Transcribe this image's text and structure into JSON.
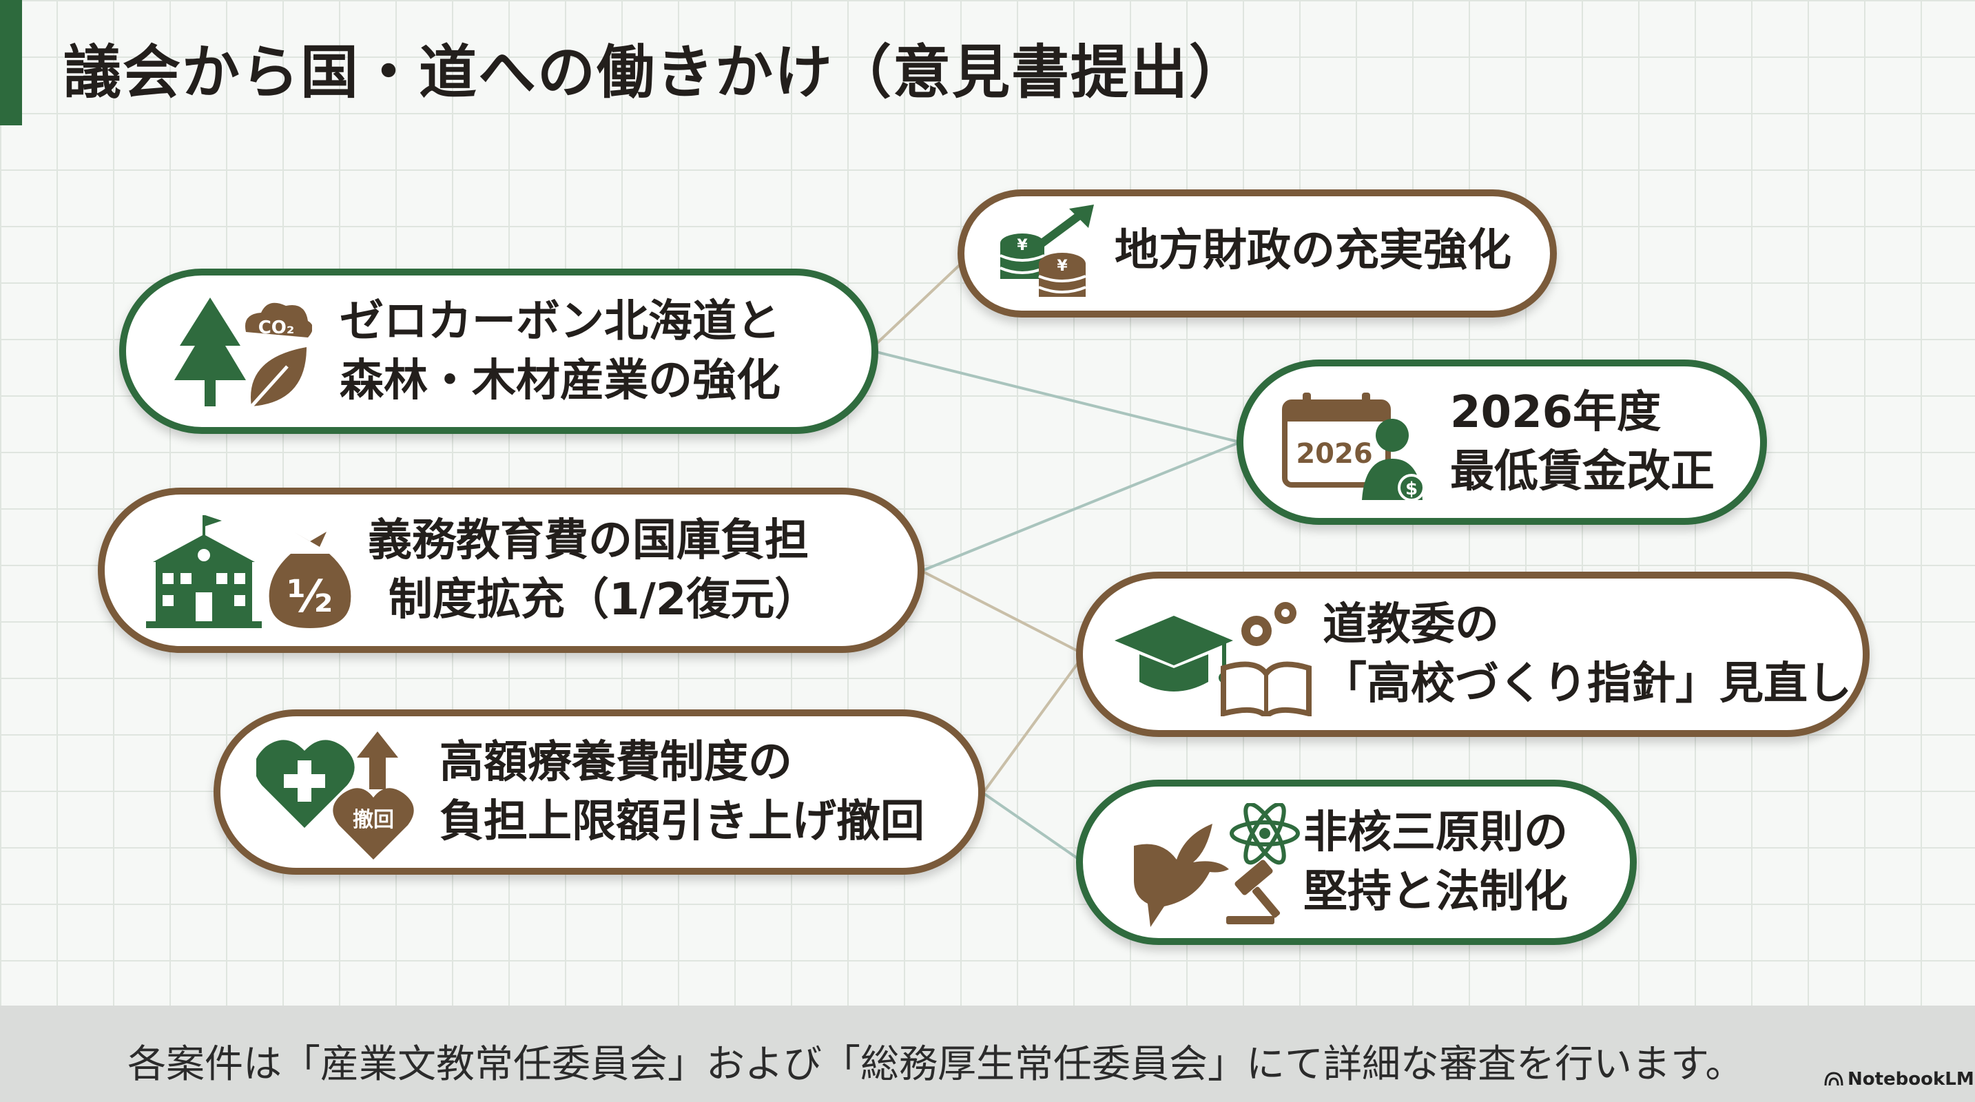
{
  "title": "議会から国・道への働きかけ（意見書提出）",
  "colors": {
    "green": "#2f6b3e",
    "brown": "#7a5a3a",
    "footer_bg": "#dadcda"
  },
  "left_items": [
    {
      "lines": [
        "ゼロカーボン北海道と",
        "森林・木材産業の強化"
      ],
      "icons": [
        "tree-icon",
        "co2-cloud-icon",
        "leaf-icon"
      ],
      "icon_text": "CO₂",
      "border": "green"
    },
    {
      "lines": [
        "義務教育費の国庫負担",
        "制度拡充（1/2復元）"
      ],
      "icons": [
        "school-building-icon",
        "money-bag-half-icon"
      ],
      "icon_text": "½",
      "border": "brown"
    },
    {
      "lines": [
        "高額療養費制度の",
        "負担上限額引き上げ撤回"
      ],
      "icons": [
        "medical-heart-icon",
        "arrow-up-icon",
        "withdraw-heart-icon"
      ],
      "icon_text": "撤回",
      "border": "brown"
    }
  ],
  "right_items": [
    {
      "lines": [
        "地方財政の充実強化"
      ],
      "icons": [
        "yen-coins-growth-icon"
      ],
      "icon_text": "¥",
      "border": "brown"
    },
    {
      "lines": [
        "2026年度",
        "最低賃金改正"
      ],
      "icons": [
        "calendar-2026-icon",
        "wage-person-icon"
      ],
      "icon_text": "2026",
      "border": "green"
    },
    {
      "lines": [
        "道教委の",
        "「高校づくり指針」見直し"
      ],
      "icons": [
        "graduation-cap-icon",
        "gears-icon",
        "open-book-icon"
      ],
      "border": "brown"
    },
    {
      "lines": [
        "非核三原則の",
        "堅持と法制化"
      ],
      "icons": [
        "peace-dove-icon",
        "atom-icon",
        "gavel-icon"
      ],
      "border": "green"
    }
  ],
  "footer": {
    "text": "各案件は「産業文教常任委員会」および「総務厚生常任委員会」にて詳細な審査を行います。",
    "brand": "NotebookLM"
  }
}
